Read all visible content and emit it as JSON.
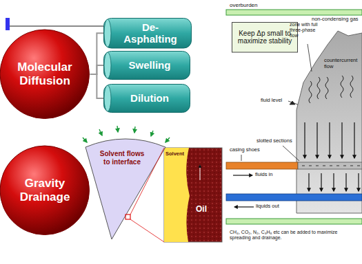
{
  "diagram": {
    "caption": "CH₄, CO₂, N₂, C₃H₈ etc can be added to maximize spreading and drainage.",
    "nodes": [
      {
        "text": [
          "Molecular Diffusion"
        ]
      },
      {
        "text": [
          "De- Asphalting"
        ]
      },
      {
        "text": [
          "Swelling"
        ]
      },
      {
        "text": [
          "Dilution"
        ]
      },
      {
        "text": [
          "Gravity Drainage"
        ]
      },
      {
        "text": [
          "Solvent flows to interface"
        ]
      },
      {
        "text": [
          "Keep Δp small to maximize stability"
        ]
      }
    ],
    "edges": [
      {
        "from": 0,
        "to": 1,
        "arrow": "none"
      },
      {
        "from": 0,
        "to": 2,
        "arrow": "none"
      },
      {
        "from": 0,
        "to": 3,
        "arrow": "none"
      }
    ],
    "labels": [
      "Solvent",
      "Oil",
      "overburden",
      "non-condensing gas",
      "zone with full three-phase flow",
      "countercurrent flow",
      "fluid level",
      "casing shoes",
      "slotted sections",
      "fluids in",
      "liquids out"
    ]
  }
}
